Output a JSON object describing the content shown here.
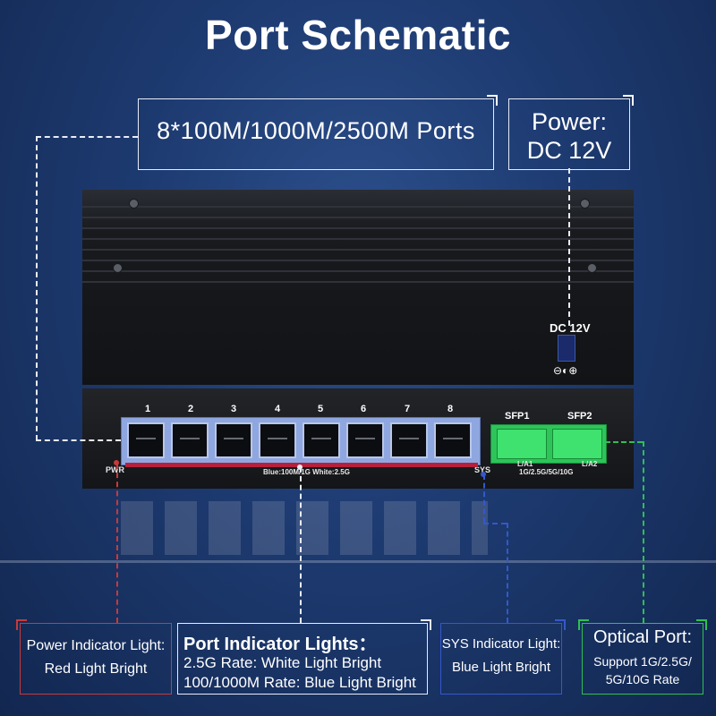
{
  "title": "Port Schematic",
  "top_labels": {
    "ports": "8*100M/1000M/2500M Ports",
    "power_line1": "Power:",
    "power_line2": "DC 12V"
  },
  "device": {
    "dc_label": "DC 12V",
    "dc_symbol": "⊖◐⊕",
    "port_numbers": [
      "1",
      "2",
      "3",
      "4",
      "5",
      "6",
      "7",
      "8"
    ],
    "sfp_labels": [
      "SFP1",
      "SFP2"
    ],
    "pwr_label": "PWR",
    "sys_label": "SYS",
    "led_legend": "Blue:100M/1G  White:2.5G",
    "sfp_led_1": "L/A1",
    "sfp_led_2": "L/A2",
    "sfp_rates": "1G/2.5G/5G/10G"
  },
  "callouts": {
    "power": {
      "line1": "Power Indicator Light:",
      "line2": "Red Light Bright",
      "color": "#c73a3a"
    },
    "port": {
      "heading": "Port Indicator Lights：",
      "line1": "2.5G Rate: White Light Bright",
      "line2": "100/1000M Rate: Blue Light Bright",
      "color": "#e8ecf5"
    },
    "sys": {
      "line1": "SYS Indicator Light:",
      "line2": "Blue Light Bright",
      "color": "#3558c9"
    },
    "optical": {
      "heading": "Optical Port:",
      "line1": "Support 1G/2.5G/",
      "line2": "5G/10G Rate",
      "color": "#2fbf52"
    }
  }
}
